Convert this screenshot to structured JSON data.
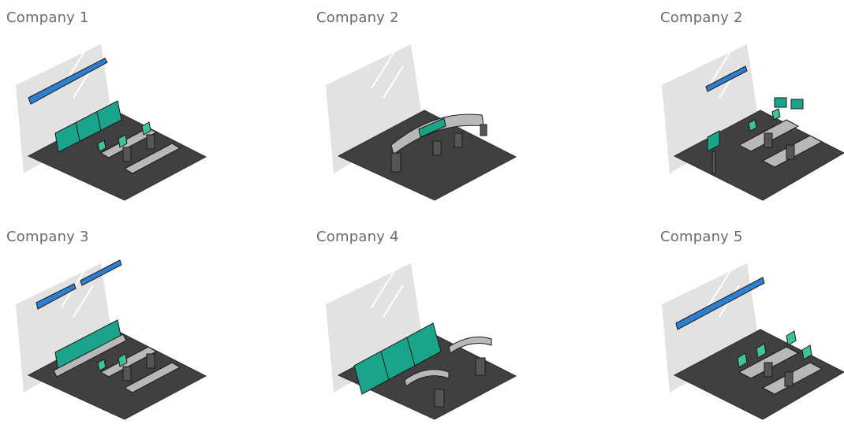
{
  "layouts": [
    {
      "label": "Company 1",
      "variant": "wall_video_and_console_row_with_two_desks"
    },
    {
      "label": "Company 2",
      "variant": "curved_console"
    },
    {
      "label": "Company 2",
      "variant": "wall_video_with_desk_cluster_and_standing_monitors"
    },
    {
      "label": "Company 3",
      "variant": "double_wall_video_and_console_row_with_two_desks"
    },
    {
      "label": "Company 4",
      "variant": "large_console_wall_with_curved_desks"
    },
    {
      "label": "Company 5",
      "variant": "long_wall_video_with_desk_cluster"
    }
  ],
  "colors": {
    "floor": "#404040",
    "floor_edge": "#2e2e2e",
    "glass_wall": "#e2e2e2",
    "glass_shine": "#ffffff",
    "screen_blue": "#2f7fd1",
    "screen_green": "#1aa58a",
    "screen_green_light": "#3fc29c",
    "furniture_light": "#b8b8b8",
    "furniture_mid": "#8e8e8e",
    "furniture_dark": "#555555",
    "outline": "#1b1b1b",
    "label_text": "#6b6b6b"
  }
}
